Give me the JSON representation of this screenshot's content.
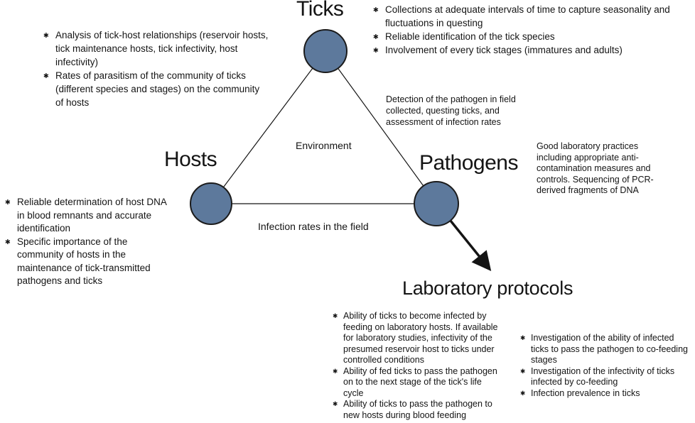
{
  "diagram": {
    "nodes": {
      "ticks": {
        "label": "Ticks"
      },
      "hosts": {
        "label": "Hosts"
      },
      "pathogens": {
        "label": "Pathogens"
      }
    },
    "center_label": "Environment",
    "edge_labels": {
      "hosts_pathogens": "Infection rates in the field"
    },
    "lab_heading": "Laboratory protocols",
    "node_color": "#5d799c",
    "node_stroke": "#1b1b1b",
    "line_color": "#141414"
  },
  "annotations": {
    "ticks_right": {
      "items": [
        "Collections at adequate intervals of time to capture seasonality and fluctuations in questing",
        "Reliable identification of the tick species",
        "Involvement of every tick stages (immatures and adults)"
      ]
    },
    "ticks_left": {
      "items": [
        "Analysis of tick-host relationships (reservoir hosts, tick maintenance hosts, tick infectivity, host infectivity)",
        "Rates of parasitism of the community of ticks (different species and stages) on the community of hosts"
      ]
    },
    "detection_note": "Detection of the pathogen in field collected, questing ticks, and assessment of infection rates",
    "good_practices_note": "Good laboratory practices including appropriate anti-contamination measures and controls. Sequencing of PCR-derived fragments of DNA",
    "hosts_list": {
      "items": [
        "Reliable determination of host DNA in blood remnants and accurate identification",
        "Specific importance of the community of hosts in the maintenance of tick-transmitted pathogens and ticks"
      ]
    },
    "lab_left": {
      "items": [
        "Ability of ticks to become infected by feeding on laboratory hosts. If available for laboratory studies, infectivity of the presumed reservoir host to ticks under controlled conditions",
        "Ability of fed ticks to pass the pathogen on to the next stage of the tick's life cycle",
        "Ability of ticks to pass the pathogen to new hosts during blood feeding"
      ]
    },
    "lab_right": {
      "items": [
        "Investigation of the ability of infected ticks to pass the pathogen to co-feeding stages",
        "Investigation of the infectivity of ticks infected by co-feeding",
        "Infection prevalence in ticks"
      ]
    }
  }
}
